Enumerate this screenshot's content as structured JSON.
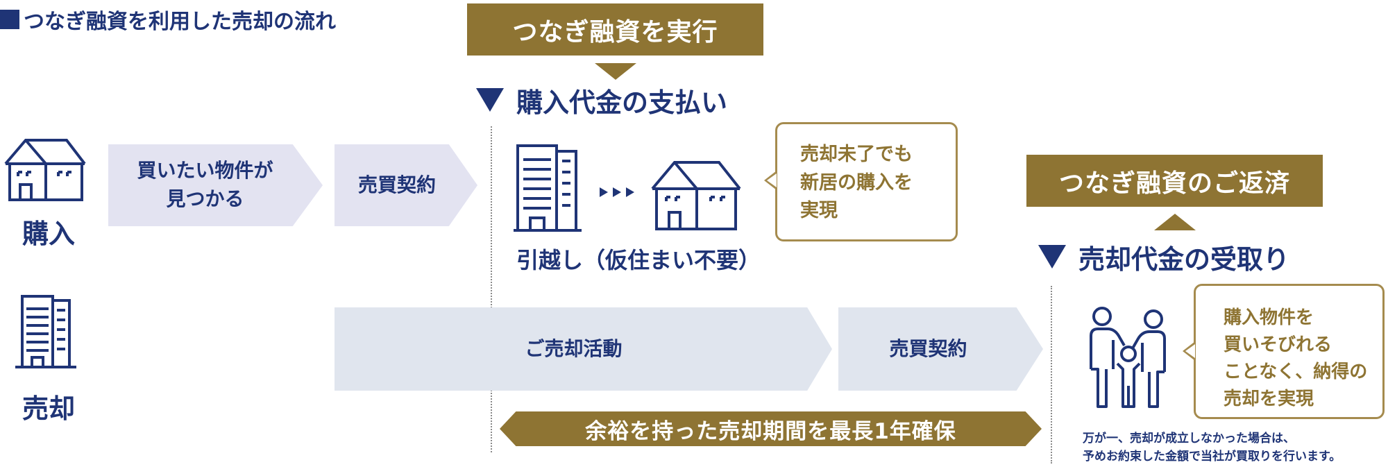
{
  "title": "つなぎ融資を利用した売却の流れ",
  "top": {
    "bridge_loan": "つなぎ融資を実行",
    "purchase_payment": "購入代金の支払い"
  },
  "rows": {
    "purchase_label": "購入",
    "sale_label": "売却"
  },
  "purchase_flow": {
    "step1_line1": "買いたい物件が",
    "step1_line2": "見つかる",
    "step2": "売買契約",
    "move_caption": "引越し（仮住まい不要）",
    "callout_line1": "売却未了でも",
    "callout_line2": "新居の購入を",
    "callout_line3": "実現"
  },
  "sale_flow": {
    "step1": "ご売却活動",
    "step2": "売買契約",
    "period_banner": "余裕を持った売却期間を最長1年確保"
  },
  "right": {
    "repayment": "つなぎ融資のご返済",
    "sale_receipt": "売却代金の受取り",
    "callout_line1": "購入物件を",
    "callout_line2": "買いそびれる",
    "callout_line3": "ことなく、納得の",
    "callout_line4": "売却を実現",
    "note_line1": "万が一、売却が成立しなかった場合は、",
    "note_line2": "予めお約束した金額で当社が買取りを行います。"
  },
  "icons": [
    "house-icon",
    "building-icon",
    "family-icon",
    "arrow-dots-icon"
  ],
  "colors": {
    "navy": "#1f3476",
    "gold": "#8e7433",
    "lavender": "#e3e3f1",
    "gray_blue": "#e0e5ee"
  }
}
